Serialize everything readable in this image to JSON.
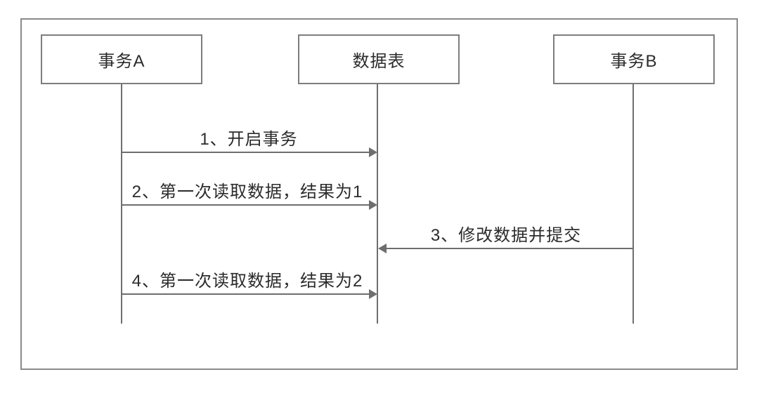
{
  "diagram": {
    "type": "sequence-diagram",
    "participants": [
      {
        "id": "transaction-a",
        "label": "事务A"
      },
      {
        "id": "data-table",
        "label": "数据表"
      },
      {
        "id": "transaction-b",
        "label": "事务B"
      }
    ],
    "messages": [
      {
        "label": "1、开启事务",
        "from": "transaction-a",
        "to": "data-table",
        "direction": "right"
      },
      {
        "label": "2、第一次读取数据，结果为1",
        "from": "transaction-a",
        "to": "data-table",
        "direction": "right"
      },
      {
        "label": "3、修改数据并提交",
        "from": "transaction-b",
        "to": "data-table",
        "direction": "left"
      },
      {
        "label": "4、第一次读取数据，结果为2",
        "from": "transaction-a",
        "to": "data-table",
        "direction": "right"
      }
    ],
    "colors": {
      "line": "#6e6e6e",
      "border": "#7d7d7d",
      "frame": "#8a8a8a",
      "text": "#2b2b2b",
      "background": "#ffffff"
    }
  }
}
